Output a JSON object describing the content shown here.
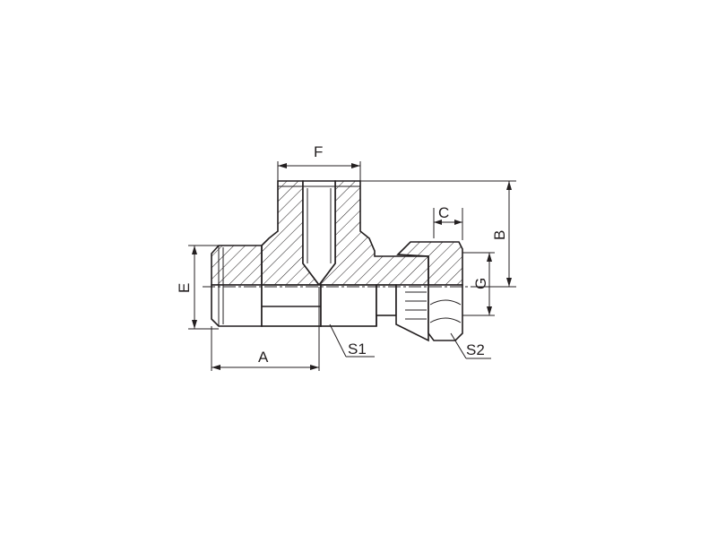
{
  "diagram": {
    "labels": {
      "F": "F",
      "C": "C",
      "B": "B",
      "G": "G",
      "E": "E",
      "A": "A",
      "S1": "S1",
      "S2": "S2"
    },
    "colors": {
      "line": "#231f20",
      "background": "#ffffff"
    }
  }
}
